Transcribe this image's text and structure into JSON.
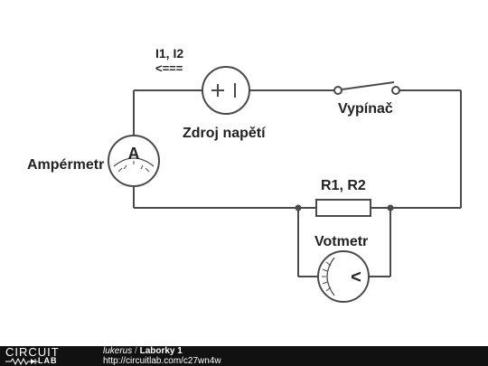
{
  "circuit": {
    "current_label": "I1, I2",
    "current_arrow": "<===",
    "source_label": "Zdroj napětí",
    "switch_label": "Vypínač",
    "ammeter_label": "Ampérmetr",
    "ammeter_symbol": "A",
    "resistor_label": "R1, R2",
    "voltmeter_label": "Votmetr",
    "voltmeter_symbol": "<"
  },
  "footer": {
    "logo_top": "CIRCUIT",
    "logo_bottom": "LAB",
    "user": "lukerus",
    "separator": " / ",
    "project": "Laborky 1",
    "url": "http://circuitlab.com/c27wn4w"
  },
  "colors": {
    "wire": "#4a4a4a",
    "text": "#222222",
    "footer_bg": "#111111"
  }
}
